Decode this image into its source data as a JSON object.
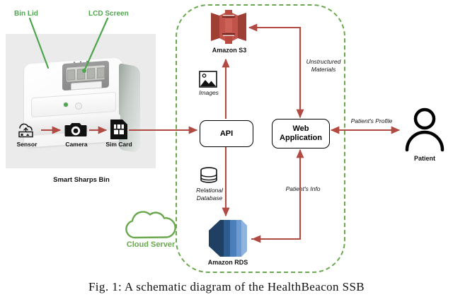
{
  "figure": {
    "caption": "Fig. 1: A schematic diagram of the HealthBeacon SSB"
  },
  "colors": {
    "arrow_red": "#b04a42",
    "boundary_green": "#6aa84f",
    "callout_green": "#4da64d",
    "s3_red": "#c0534a",
    "rds_blue": "#3d6ea8",
    "photo_bg": "#ebebeb"
  },
  "photo_panel": {
    "device_caption": "Smart Sharps Bin",
    "callouts": [
      {
        "label": "Bin Lid",
        "target": "bin-lid"
      },
      {
        "label": "LCD Screen",
        "target": "lcd-screen"
      }
    ],
    "components": [
      {
        "label": "Sensor",
        "icon": "cloud-sensor-icon"
      },
      {
        "label": "Camera",
        "icon": "camera-icon"
      },
      {
        "label": "Sim Card",
        "icon": "sim-card-icon"
      }
    ]
  },
  "cloud": {
    "label": "Cloud Server",
    "icon": "cloud-icon",
    "boundary": "dashed-green-rounded-rect"
  },
  "nodes": {
    "s3": {
      "label": "Amazon S3",
      "icon": "amazon-s3-bucket-icon"
    },
    "rds": {
      "label": "Amazon RDS",
      "icon": "amazon-rds-icon"
    },
    "api": {
      "label": "API"
    },
    "web_app": {
      "label_line1": "Web",
      "label_line2": "Application"
    },
    "patient": {
      "label": "Patient",
      "icon": "person-icon"
    }
  },
  "data_icons": {
    "images": {
      "label": "Images",
      "icon": "image-picture-icon"
    },
    "relational_db": {
      "label_line1": "Relational",
      "label_line2": "Database",
      "icon": "database-cylinder-icon"
    }
  },
  "flows": {
    "unstructured_materials": {
      "label_line1": "Unstructured",
      "label_line2": "Materials"
    },
    "patients_info": {
      "label": "Patient's Info"
    },
    "patients_profile": {
      "label": "Patient's Profile"
    }
  }
}
